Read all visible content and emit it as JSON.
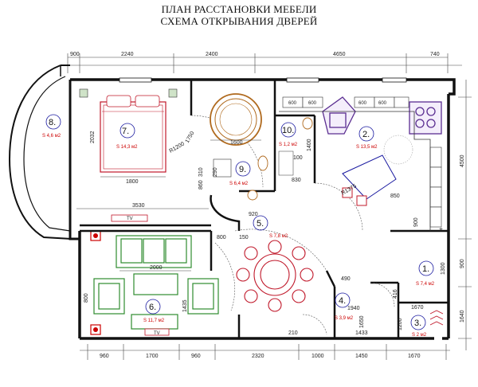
{
  "title": {
    "line1": "ПЛАН РАССТАНОВКИ МЕБЕЛИ",
    "line2": "СХЕМА ОТКРЫВАНИЯ ДВЕРЕЙ"
  },
  "dimensions_top": [
    "900",
    "2240",
    "2400",
    "4650",
    "740"
  ],
  "dimensions_bottom": [
    "960",
    "1700",
    "960",
    "2320",
    "1000",
    "1450",
    "1670"
  ],
  "dimensions_right": [
    "4500",
    "900",
    "1640"
  ],
  "dimensions_inner": {
    "d2032": "2032",
    "d1800": "1800",
    "d1750": "1750",
    "r1200": "R1200",
    "d1600": "1600",
    "d600a": "600",
    "d600b": "600",
    "d600c": "600",
    "d600d": "600",
    "d1400": "1400",
    "d100": "100",
    "d310": "310",
    "d290": "290",
    "d800": "800",
    "d860": "860",
    "d920": "920",
    "d830": "830",
    "d3530": "3530",
    "d800b": "800",
    "d150": "150",
    "d2000": "2000",
    "d1435": "1435",
    "d800c": "800",
    "d490": "490",
    "d416": "416",
    "d1940": "1940",
    "d1670": "1670",
    "d1200": "1200",
    "d1433": "1433",
    "d210": "210",
    "d1650": "1650",
    "d900": "900",
    "d1300": "1300",
    "d850": "850",
    "r1375": "R1375"
  },
  "tv_label": "TV",
  "rooms": [
    {
      "num": "1.",
      "area": "S 7,4 м2"
    },
    {
      "num": "2.",
      "area": "S 13,5 м2"
    },
    {
      "num": "3.",
      "area": "S 2 м2"
    },
    {
      "num": "4.",
      "area": "S 3,9 м2"
    },
    {
      "num": "5.",
      "area": "S 7,8 м2"
    },
    {
      "num": "6.",
      "area": "S 11,7 м2"
    },
    {
      "num": "7.",
      "area": "S 14,3 м2"
    },
    {
      "num": "8.",
      "area": "S 4,6 м2"
    },
    {
      "num": "9.",
      "area": "S 6,4 м2"
    },
    {
      "num": "10.",
      "area": "S 1,2 м2"
    }
  ],
  "colors": {
    "wall": "#111111",
    "bed": "#c0182a",
    "sofa": "#2e8b2e",
    "kitchen": "#5a2d91",
    "bath": "#b06a1e",
    "dining": "#c0182a",
    "room_circle": "#1a1aa0"
  }
}
